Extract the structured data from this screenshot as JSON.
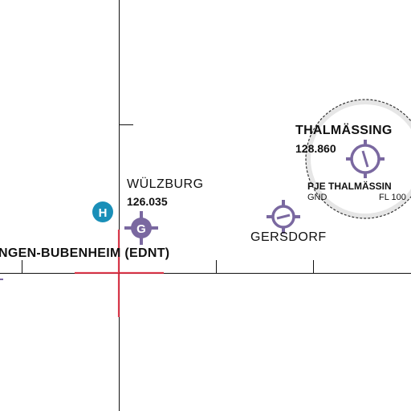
{
  "colors": {
    "background": "#ffffff",
    "axis_line": "#111111",
    "crosshair": "#e0243a",
    "airfield_symbol": "#7a68a0",
    "heliport": "#1a8fb8",
    "pje_zone_fill": "#e6e6e6",
    "pje_zone_border": "#333333"
  },
  "airfields": [
    {
      "name": "WÜLZBURG",
      "frequency": "126.035",
      "symbol_letter": "G",
      "icon": "glider-airfield-icon"
    },
    {
      "name": "GERSDORF",
      "icon": "airfield-icon"
    },
    {
      "name": "THALMÄSSING",
      "frequency": "128.860",
      "icon": "airfield-icon"
    }
  ],
  "aerodrome": {
    "label": "NGEN-BUBENHEIM (EDNT)"
  },
  "heliport": {
    "letter": "H",
    "icon": "heliport-icon"
  },
  "parachute_zone": {
    "label": "PJE THALMÄSSIN",
    "lower_limit": "GND",
    "upper_limit": "FL 100"
  }
}
